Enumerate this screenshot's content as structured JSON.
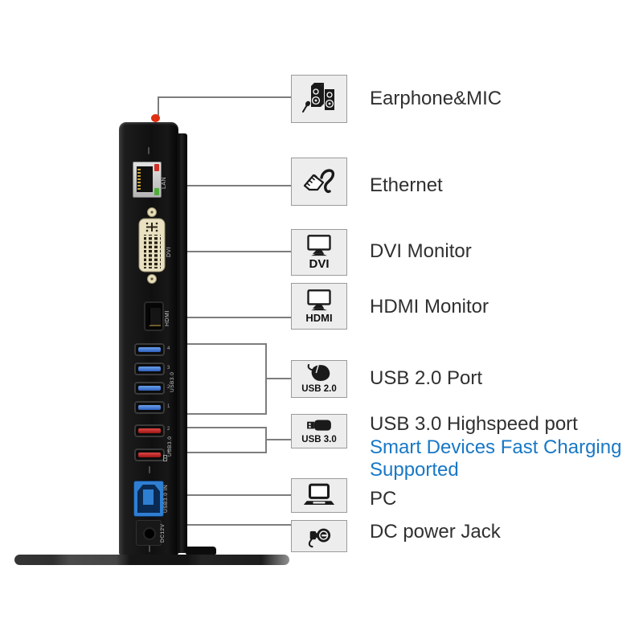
{
  "colors": {
    "note_blue": "#1878c6",
    "usb_blue": "#2e7fd2",
    "usb_red": "#c0271f",
    "dvi_beige": "#eae1c2",
    "led_red": "#d03226",
    "led_green": "#4fae3a",
    "device_black": "#141414",
    "connector_line": "#7d7d7d",
    "box_fill": "#ededed",
    "box_border": "#9b9b9b",
    "top_jack_red": "#e03012"
  },
  "device": {
    "labels": {
      "lan": "LAN",
      "dvi": "DVI",
      "hdmi": "HDMI",
      "usb_blue_group": "USB3.0",
      "usb_red_group": "USB3.0",
      "usb_b": "USB3.0 IN",
      "dc": "DC12V"
    },
    "usb_blue_numbers": [
      "4",
      "3",
      "2",
      "1"
    ],
    "usb_red_numbers": [
      "2",
      "1"
    ]
  },
  "callouts": {
    "earphone": {
      "icon": "speakers-mic-icon",
      "label": "Earphone&MIC"
    },
    "ethernet": {
      "icon": "ethernet-plug-icon",
      "label": "Ethernet"
    },
    "dvi": {
      "icon": "monitor-icon",
      "badge": "DVI",
      "label": "DVI Monitor"
    },
    "hdmi": {
      "icon": "monitor-icon",
      "badge": "HDMI",
      "label": "HDMI Monitor"
    },
    "usb2": {
      "icon": "mouse-icon",
      "badge": "USB 2.0",
      "label": "USB 2.0 Port"
    },
    "usb3": {
      "icon": "flash-drive-icon",
      "badge": "USB 3.0",
      "label": "USB 3.0 Highspeed port",
      "note_line1": "Smart Devices Fast Charging",
      "note_line2": "Supported",
      "note_color": "#1878c6"
    },
    "pc": {
      "icon": "laptop-icon",
      "label": "PC"
    },
    "dc": {
      "icon": "dc-plug-icon",
      "label": "DC power Jack"
    }
  }
}
